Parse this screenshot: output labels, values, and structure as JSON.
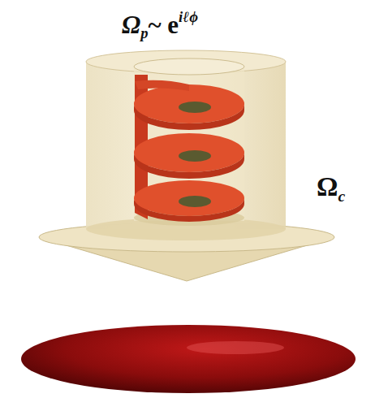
{
  "diagram": {
    "labels": [
      "Ω",
      "p",
      "~ e",
      "iℓϕ",
      "Ω",
      "c"
    ]
  }
}
